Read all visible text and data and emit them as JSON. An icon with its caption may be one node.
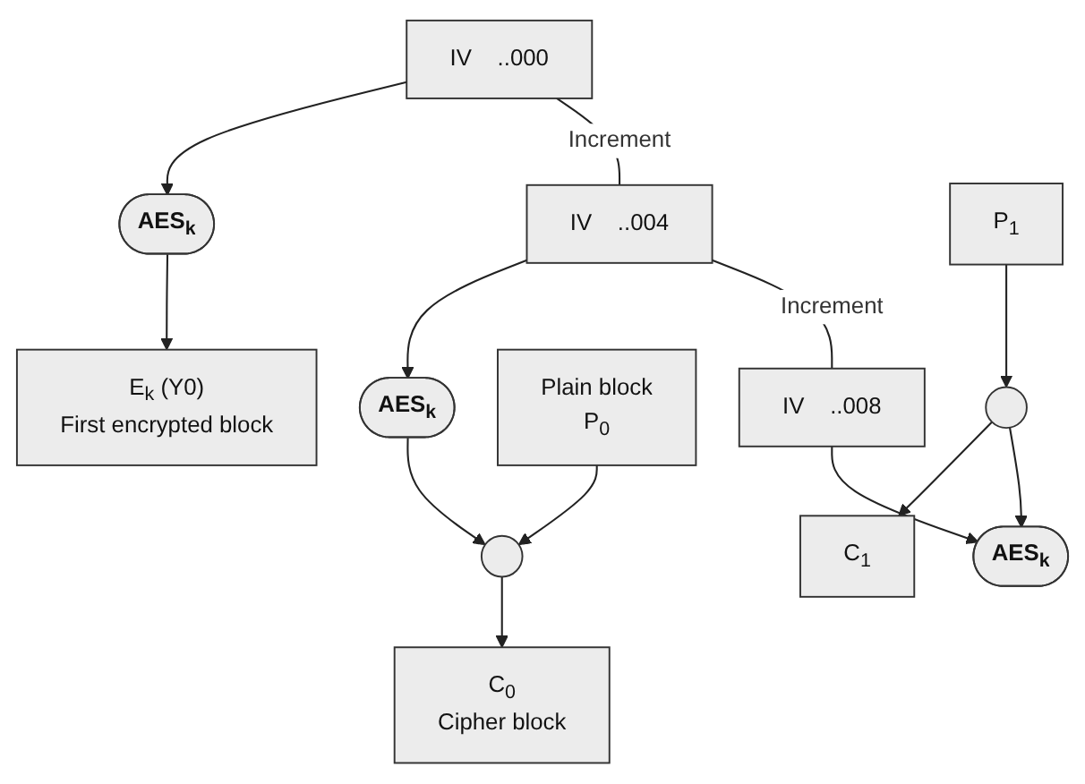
{
  "diagram": {
    "nodes": [
      {
        "text": [
          "IV",
          "..000"
        ]
      },
      {
        "text": [
          "IV",
          "..004"
        ]
      },
      {
        "text": [
          "IV",
          "..008"
        ]
      },
      {
        "text": [
          "AES$_{k}$"
        ]
      },
      {
        "text": [
          "AES$_{k}$"
        ]
      },
      {
        "text": [
          "AES$_{k}$"
        ]
      },
      {
        "text": [
          "Plain block",
          "P$_{0}$"
        ]
      },
      {
        "text": [],
        "shape": "circle"
      },
      {
        "text": [
          "P$_{1}$"
        ]
      },
      {
        "text": [],
        "shape": "circle"
      },
      {
        "text": [
          "E$_{k}$ (Y0)",
          "First encrypted block"
        ]
      },
      {
        "text": [
          "C$_{0}$",
          "Cipher block"
        ]
      },
      {
        "text": [
          "C$_{1}$"
        ]
      }
    ],
    "edges": [
      {
        "from": 0,
        "to": 1,
        "arrow": "none",
        "label": "Increment"
      },
      {
        "from": 1,
        "to": 2,
        "arrow": "none",
        "label": "Increment"
      },
      {
        "from": 0,
        "to": 3,
        "arrow": "to"
      },
      {
        "from": 1,
        "to": 4,
        "arrow": "to"
      },
      {
        "from": 2,
        "to": 5,
        "arrow": "to"
      },
      {
        "from": 3,
        "to": 10,
        "arrow": "to"
      },
      {
        "from": 4,
        "to": 7,
        "arrow": "to"
      },
      {
        "from": 6,
        "to": 7,
        "arrow": "to"
      },
      {
        "from": 7,
        "to": 11,
        "arrow": "to"
      },
      {
        "from": 8,
        "to": 9,
        "arrow": "to"
      },
      {
        "from": 9,
        "to": 5,
        "arrow": "to"
      },
      {
        "from": 9,
        "to": 12,
        "arrow": "to"
      }
    ]
  }
}
